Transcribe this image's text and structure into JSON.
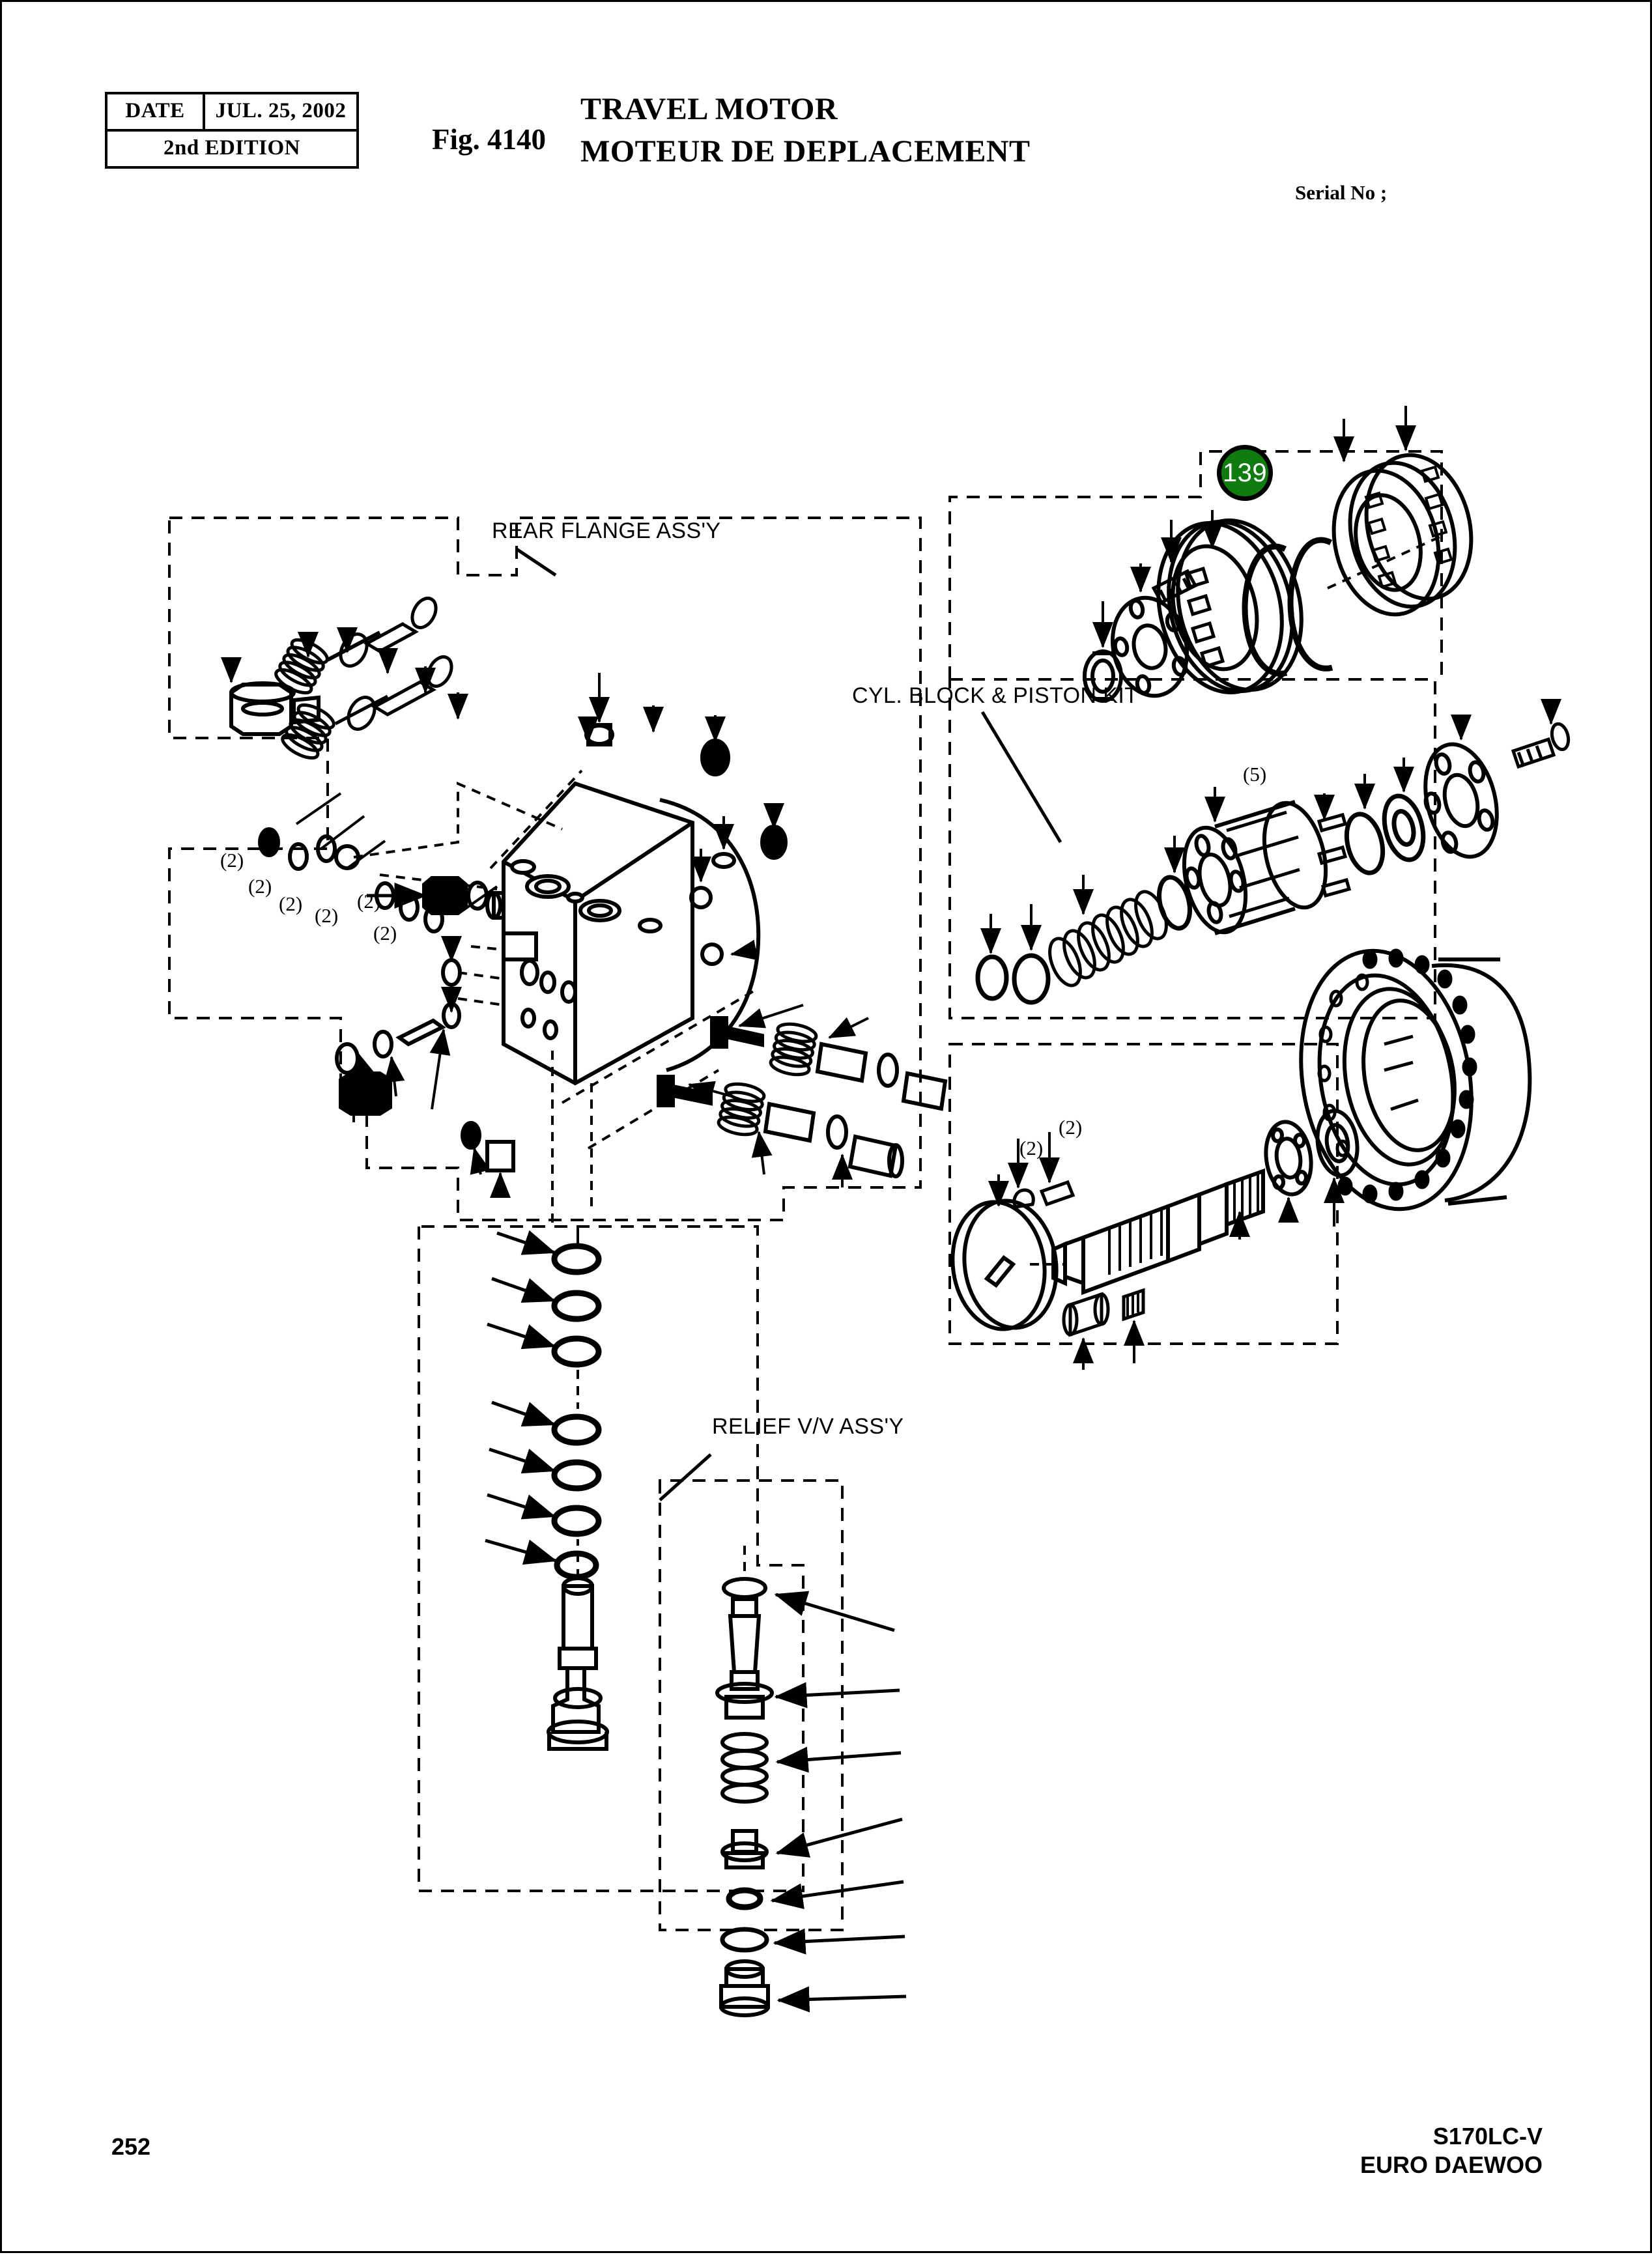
{
  "header": {
    "date_label": "DATE",
    "date_value": "JUL. 25, 2002",
    "edition": "2nd  EDITION",
    "fig_no": "Fig. 4140",
    "title_en": "TRAVEL MOTOR",
    "title_fr": "MOTEUR DE DEPLACEMENT",
    "serial_no": "Serial No ;"
  },
  "diagram": {
    "labels": {
      "rear_flange": "REAR FLANGE ASS'Y",
      "cyl_block": "CYL. BLOCK & PISTON KIT",
      "relief_valve": "RELIEF V/V ASS'Y"
    },
    "quantities": [
      {
        "text": "(2)"
      },
      {
        "text": "(2)"
      },
      {
        "text": "(2)"
      },
      {
        "text": "(2)"
      },
      {
        "text": "(2)"
      },
      {
        "text": "(2)"
      },
      {
        "text": "(5)"
      },
      {
        "text": "(2)"
      },
      {
        "text": "(2)"
      }
    ],
    "callout": {
      "number": "139",
      "fill_color": "#107C10",
      "ring_color": "#000000",
      "text_color": "#ffffff"
    }
  },
  "footer": {
    "page_number": "252",
    "model": "S170LC-V",
    "company": "EURO DAEWOO"
  }
}
